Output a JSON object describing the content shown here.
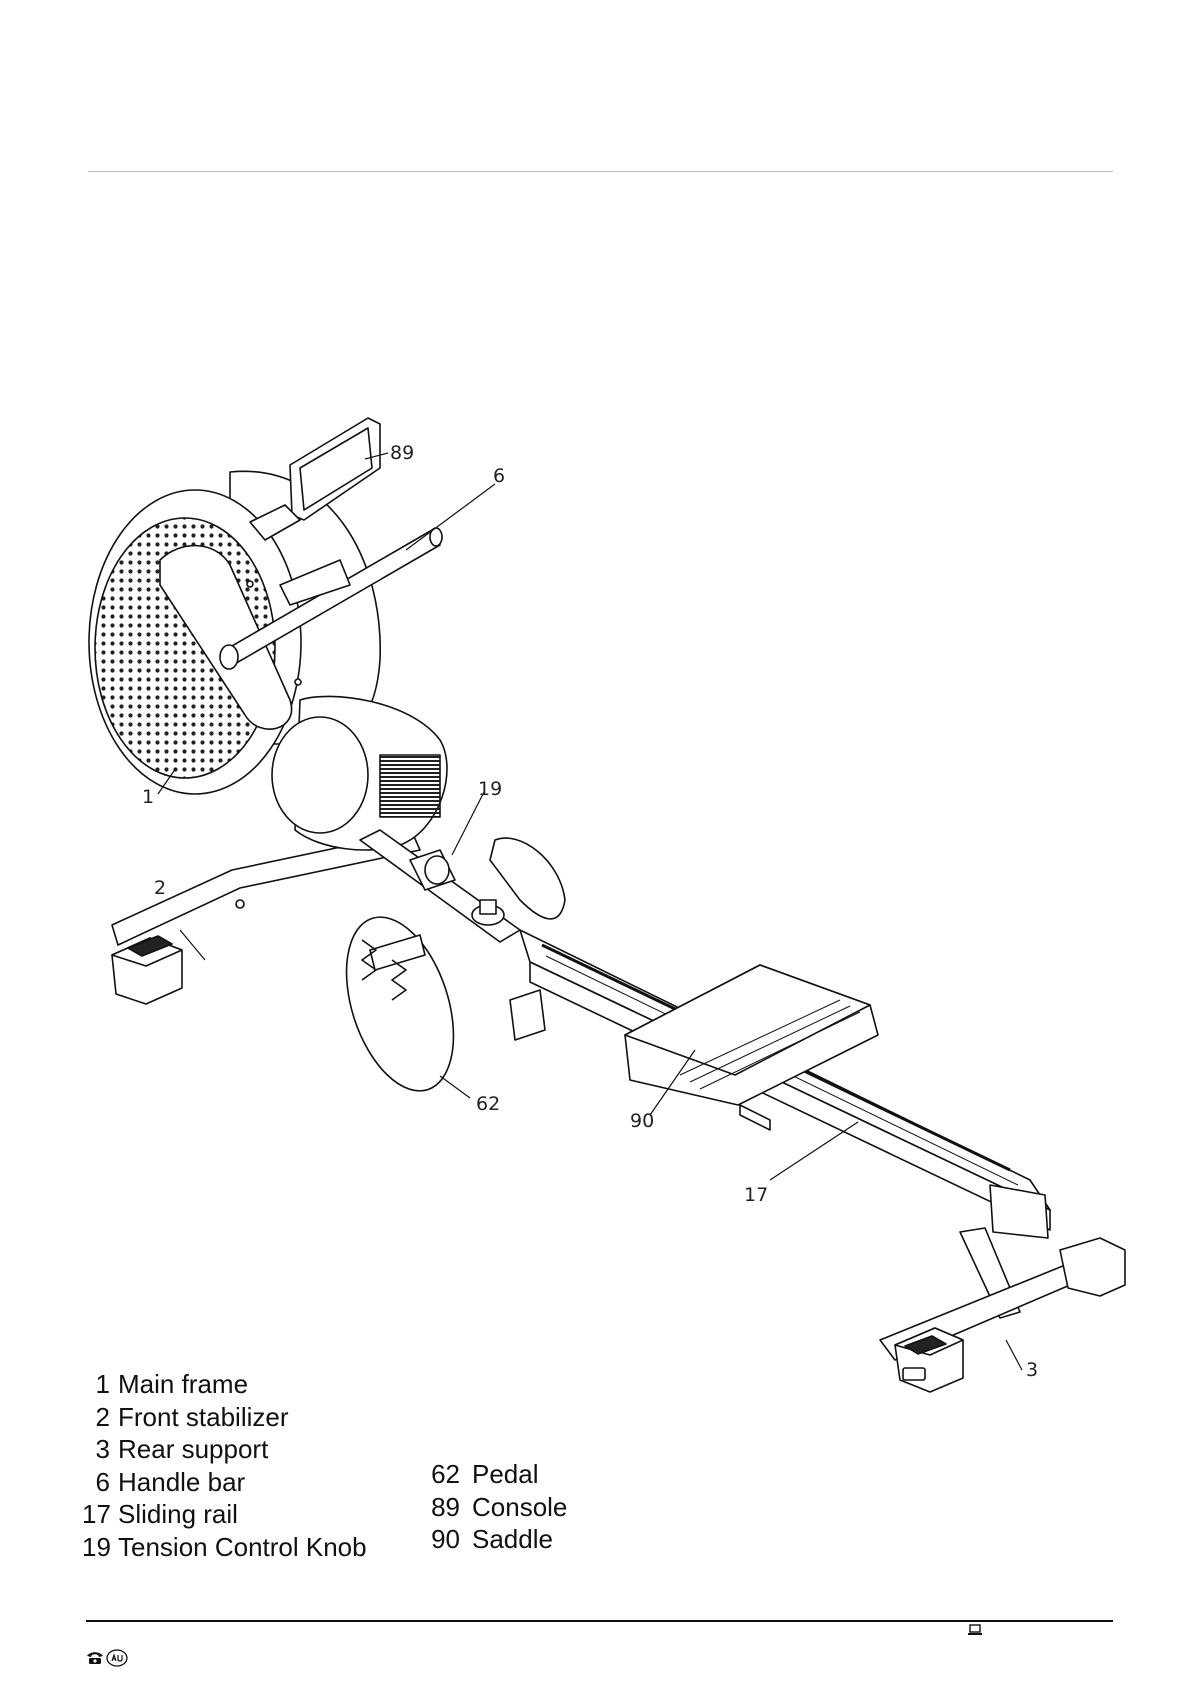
{
  "diagram": {
    "callouts": [
      {
        "id": "c1",
        "label": "1"
      },
      {
        "id": "c2",
        "label": "2"
      },
      {
        "id": "c3",
        "label": "3"
      },
      {
        "id": "c6",
        "label": "6"
      },
      {
        "id": "c17",
        "label": "17"
      },
      {
        "id": "c19",
        "label": "19"
      },
      {
        "id": "c62",
        "label": "62"
      },
      {
        "id": "c89",
        "label": "89"
      },
      {
        "id": "c90",
        "label": "90"
      }
    ]
  },
  "legend_left": [
    {
      "num": "1",
      "name": "Main frame"
    },
    {
      "num": "2",
      "name": "Front stabilizer"
    },
    {
      "num": "3",
      "name": "Rear support"
    },
    {
      "num": "6",
      "name": "Handle bar"
    },
    {
      "num": "17",
      "name": "Sliding rail"
    },
    {
      "num": "19",
      "name": "Tension Control Knob"
    }
  ],
  "legend_right": [
    {
      "num": "62",
      "name": "Pedal"
    },
    {
      "num": "89",
      "name": "Console"
    },
    {
      "num": "90",
      "name": "Saddle"
    }
  ],
  "footer_icons": [
    "phone-icon",
    "au-badge-icon",
    "laptop-icon"
  ]
}
